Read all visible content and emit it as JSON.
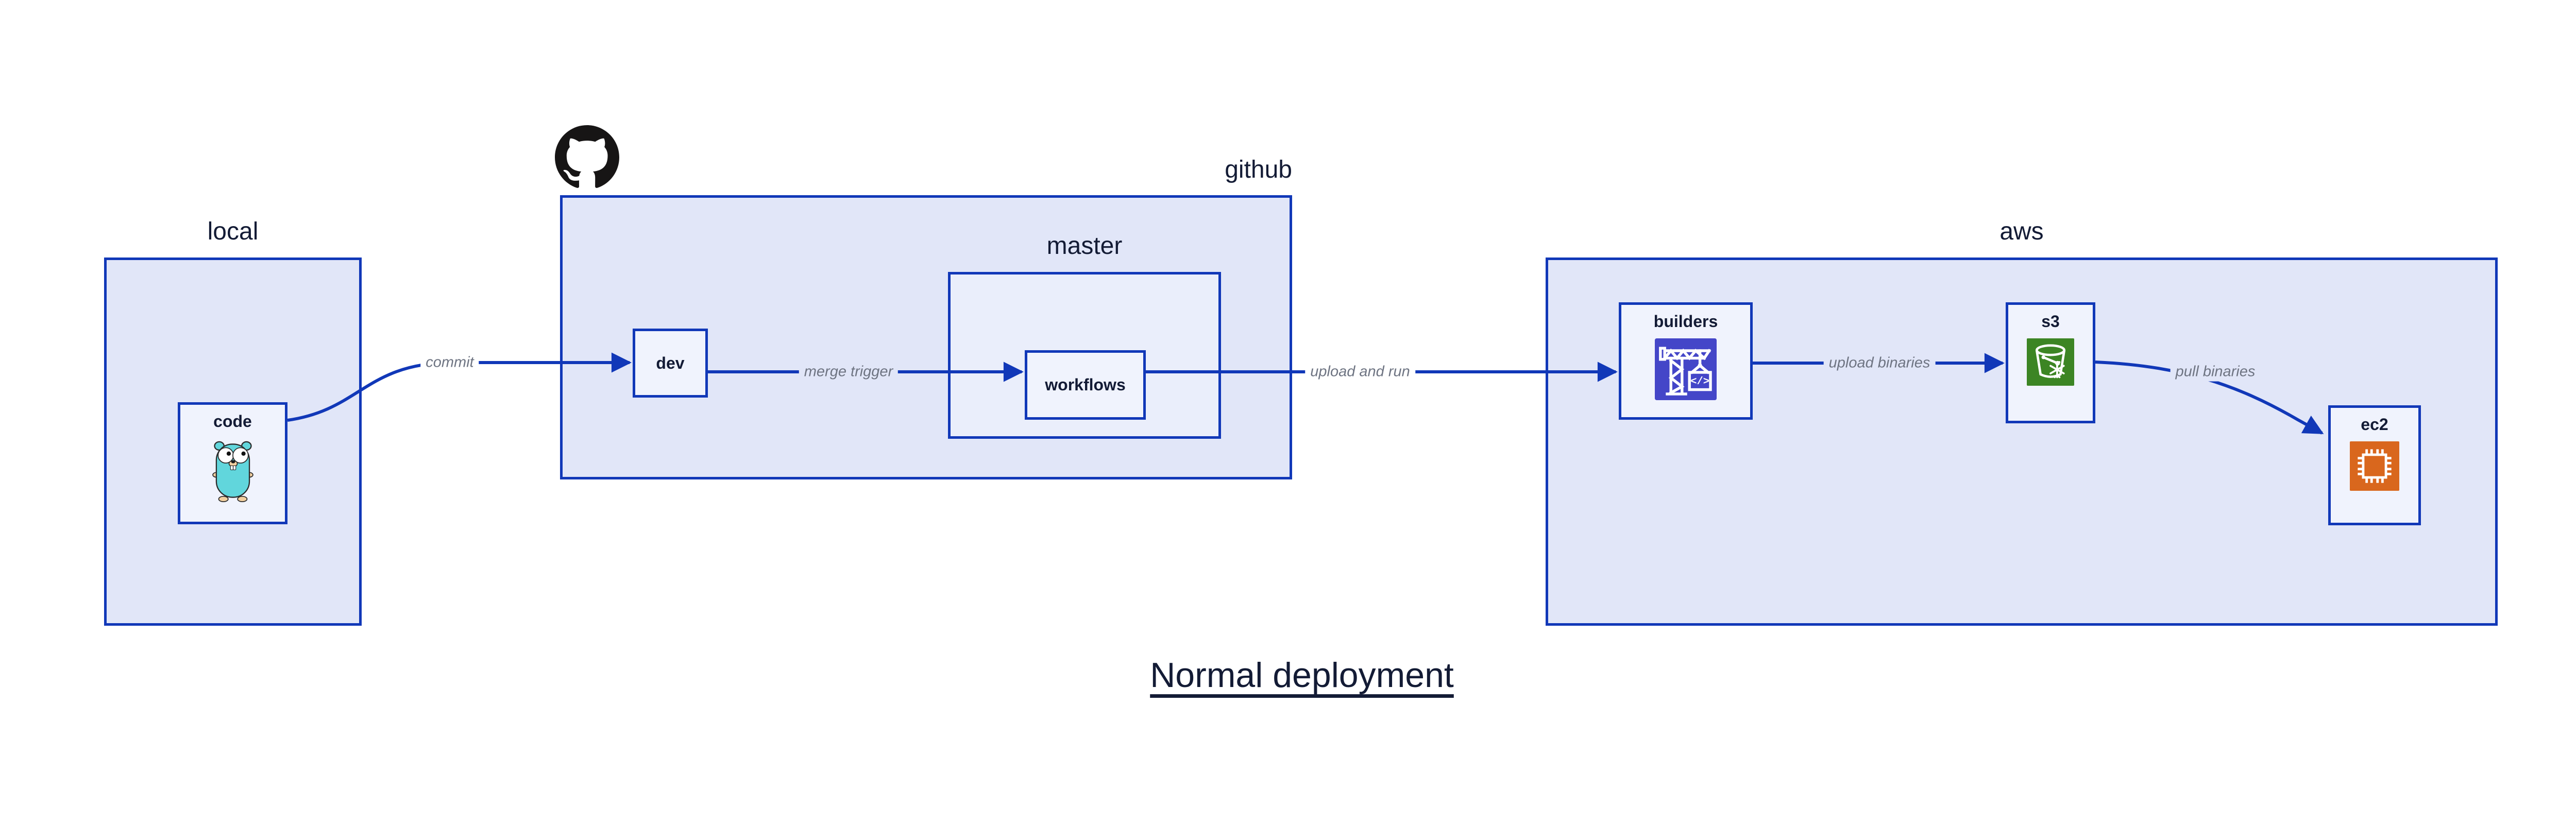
{
  "title": "Normal deployment",
  "containers": {
    "local": {
      "label": "local"
    },
    "github": {
      "label": "github"
    },
    "master": {
      "label": "master"
    },
    "aws": {
      "label": "aws"
    }
  },
  "nodes": {
    "code": {
      "label": "code",
      "icon": "gopher-icon"
    },
    "dev": {
      "label": "dev"
    },
    "workflows": {
      "label": "workflows"
    },
    "builders": {
      "label": "builders",
      "icon": "build-crane-icon"
    },
    "s3": {
      "label": "s3",
      "icon": "s3-bucket-icon"
    },
    "ec2": {
      "label": "ec2",
      "icon": "cpu-chip-icon"
    }
  },
  "edges": [
    {
      "from": "code",
      "to": "dev",
      "label": "commit"
    },
    {
      "from": "dev",
      "to": "workflows",
      "label": "merge trigger"
    },
    {
      "from": "workflows",
      "to": "builders",
      "label": "upload and run"
    },
    {
      "from": "builders",
      "to": "s3",
      "label": "upload binaries"
    },
    {
      "from": "s3",
      "to": "ec2",
      "label": "pull binaries"
    }
  ],
  "icons": {
    "octocat": "github-octocat-icon",
    "builders_glyph": "</>"
  },
  "colors": {
    "stroke_blue": "#1138b8",
    "container_fill": "#e1e6f8",
    "master_fill": "#eaeefb",
    "node_fill": "#f0f3fd",
    "text_navy": "#131b35",
    "edge_label_gray": "#6e7482",
    "builders_indigo": "#4446c8",
    "s3_green": "#3c8524",
    "ec2_orange": "#d9671d",
    "octocat_black": "#171515",
    "gopher_teal": "#61d6dc",
    "background": "#ffffff"
  }
}
